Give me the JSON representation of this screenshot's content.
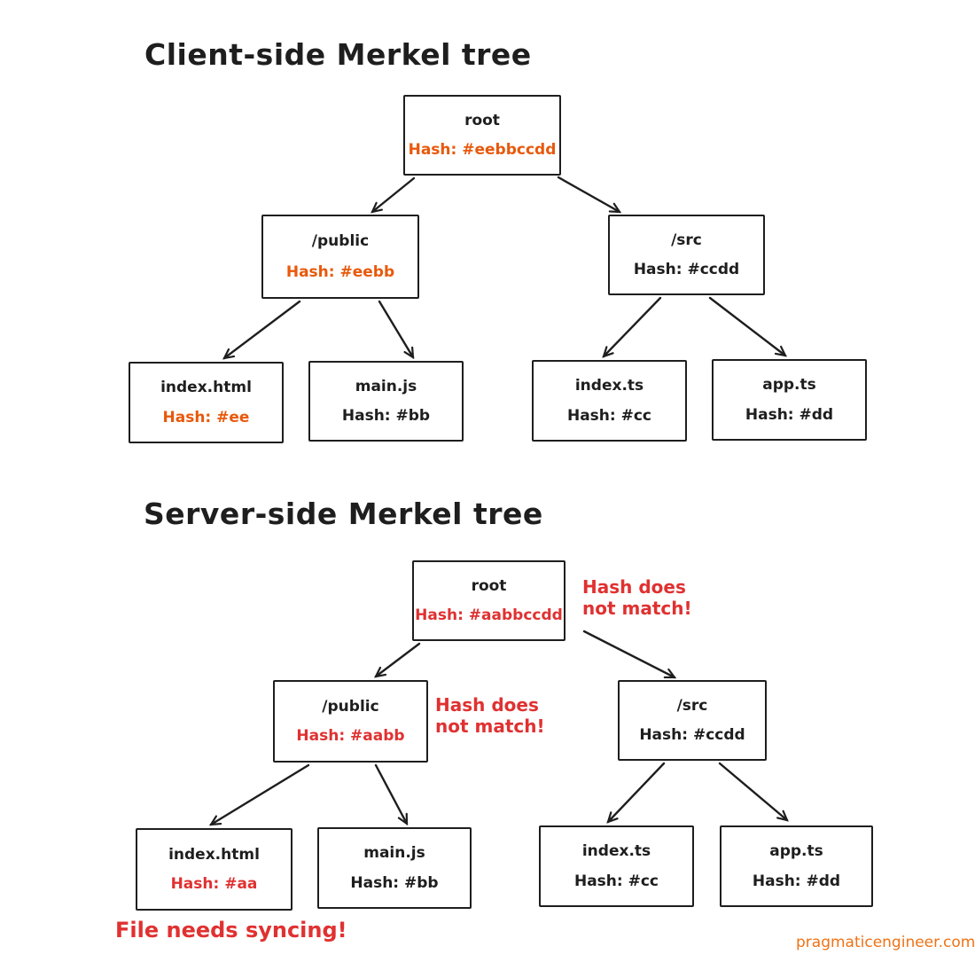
{
  "colors": {
    "ink": "#1e1e1e",
    "orange": "#e8590c",
    "red": "#e03131",
    "watermark": "#ef7215"
  },
  "client_tree": {
    "title": "Client-side Merkel tree",
    "nodes": {
      "root": {
        "label": "root",
        "hash": "Hash: #eebbccdd",
        "highlight": "orange"
      },
      "public_dir": {
        "label": "/public",
        "hash": "Hash: #eebb",
        "highlight": "orange"
      },
      "src_dir": {
        "label": "/src",
        "hash": "Hash: #ccdd",
        "highlight": "none"
      },
      "index_html": {
        "label": "index.html",
        "hash": "Hash: #ee",
        "highlight": "orange"
      },
      "main_js": {
        "label": "main.js",
        "hash": "Hash: #bb",
        "highlight": "none"
      },
      "index_ts": {
        "label": "index.ts",
        "hash": "Hash: #cc",
        "highlight": "none"
      },
      "app_ts": {
        "label": "app.ts",
        "hash": "Hash: #dd",
        "highlight": "none"
      }
    }
  },
  "server_tree": {
    "title": "Server-side Merkel tree",
    "nodes": {
      "root": {
        "label": "root",
        "hash": "Hash: #aabbccdd",
        "highlight": "red"
      },
      "public_dir": {
        "label": "/public",
        "hash": "Hash: #aabb",
        "highlight": "red"
      },
      "src_dir": {
        "label": "/src",
        "hash": "Hash: #ccdd",
        "highlight": "none"
      },
      "index_html": {
        "label": "index.html",
        "hash": "Hash: #aa",
        "highlight": "red"
      },
      "main_js": {
        "label": "main.js",
        "hash": "Hash: #bb",
        "highlight": "none"
      },
      "index_ts": {
        "label": "index.ts",
        "hash": "Hash: #cc",
        "highlight": "none"
      },
      "app_ts": {
        "label": "app.ts",
        "hash": "Hash: #dd",
        "highlight": "none"
      }
    },
    "annotations": {
      "root_mismatch": {
        "line1": "Hash does",
        "line2": "not match!"
      },
      "public_mismatch": {
        "line1": "Hash does",
        "line2": "not match!"
      },
      "file_sync": "File needs syncing!"
    }
  },
  "footer": {
    "watermark": "pragmaticengineer.com"
  }
}
